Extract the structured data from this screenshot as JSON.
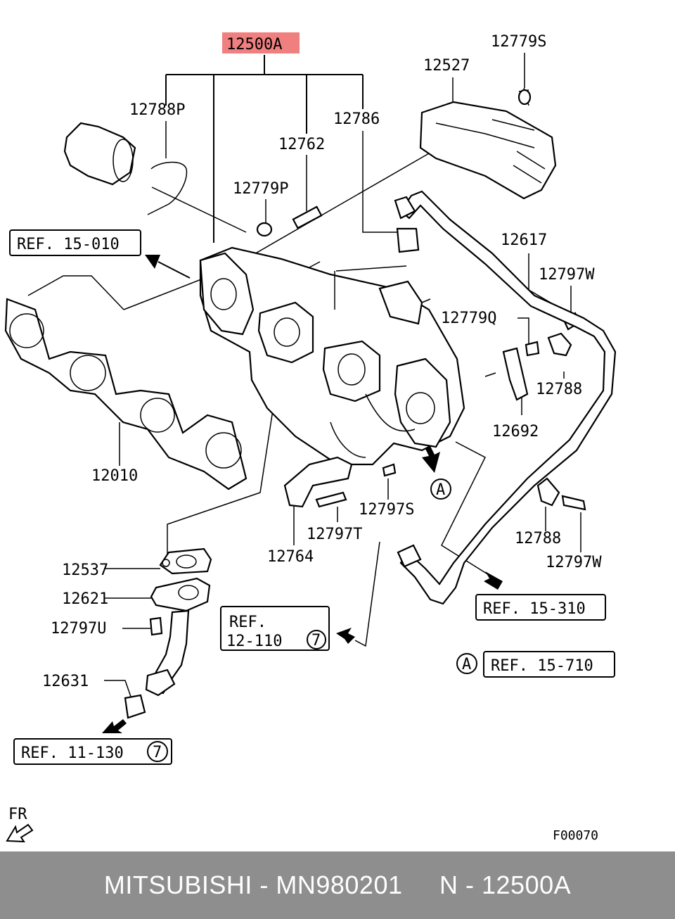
{
  "highlight_color": "#f08080",
  "footer_color": "#8e8e8e",
  "parts": {
    "main": "12500A",
    "p12779S": "12779S",
    "p12527": "12527",
    "p12788P": "12788P",
    "p12786": "12786",
    "p12762": "12762",
    "p12779P": "12779P",
    "p12617": "12617",
    "p12797W_a": "12797W",
    "p12779Q": "12779Q",
    "p12788_a": "12788",
    "p12692": "12692",
    "p12010": "12010",
    "p12797S": "12797S",
    "p12797T": "12797T",
    "p12764": "12764",
    "p12788_b": "12788",
    "p12797W_b": "12797W",
    "p12537": "12537",
    "p12621": "12621",
    "p12797U": "12797U",
    "p12631": "12631"
  },
  "refs": {
    "r15_010": "REF. 15-010",
    "r15_310": "REF. 15-310",
    "r15_710": "REF. 15-710",
    "r12_110_a": "REF.",
    "r12_110_b": "12-110",
    "r11_130": "REF. 11-130",
    "circle7": "7",
    "circleA": "A"
  },
  "fr_label": "FR",
  "figure_code": "F00070",
  "footer": {
    "brand": "MITSUBISHI",
    "sep": " - ",
    "part_number": "MN980201",
    "gap": "     ",
    "catalog_ref": "N - 12500A"
  }
}
